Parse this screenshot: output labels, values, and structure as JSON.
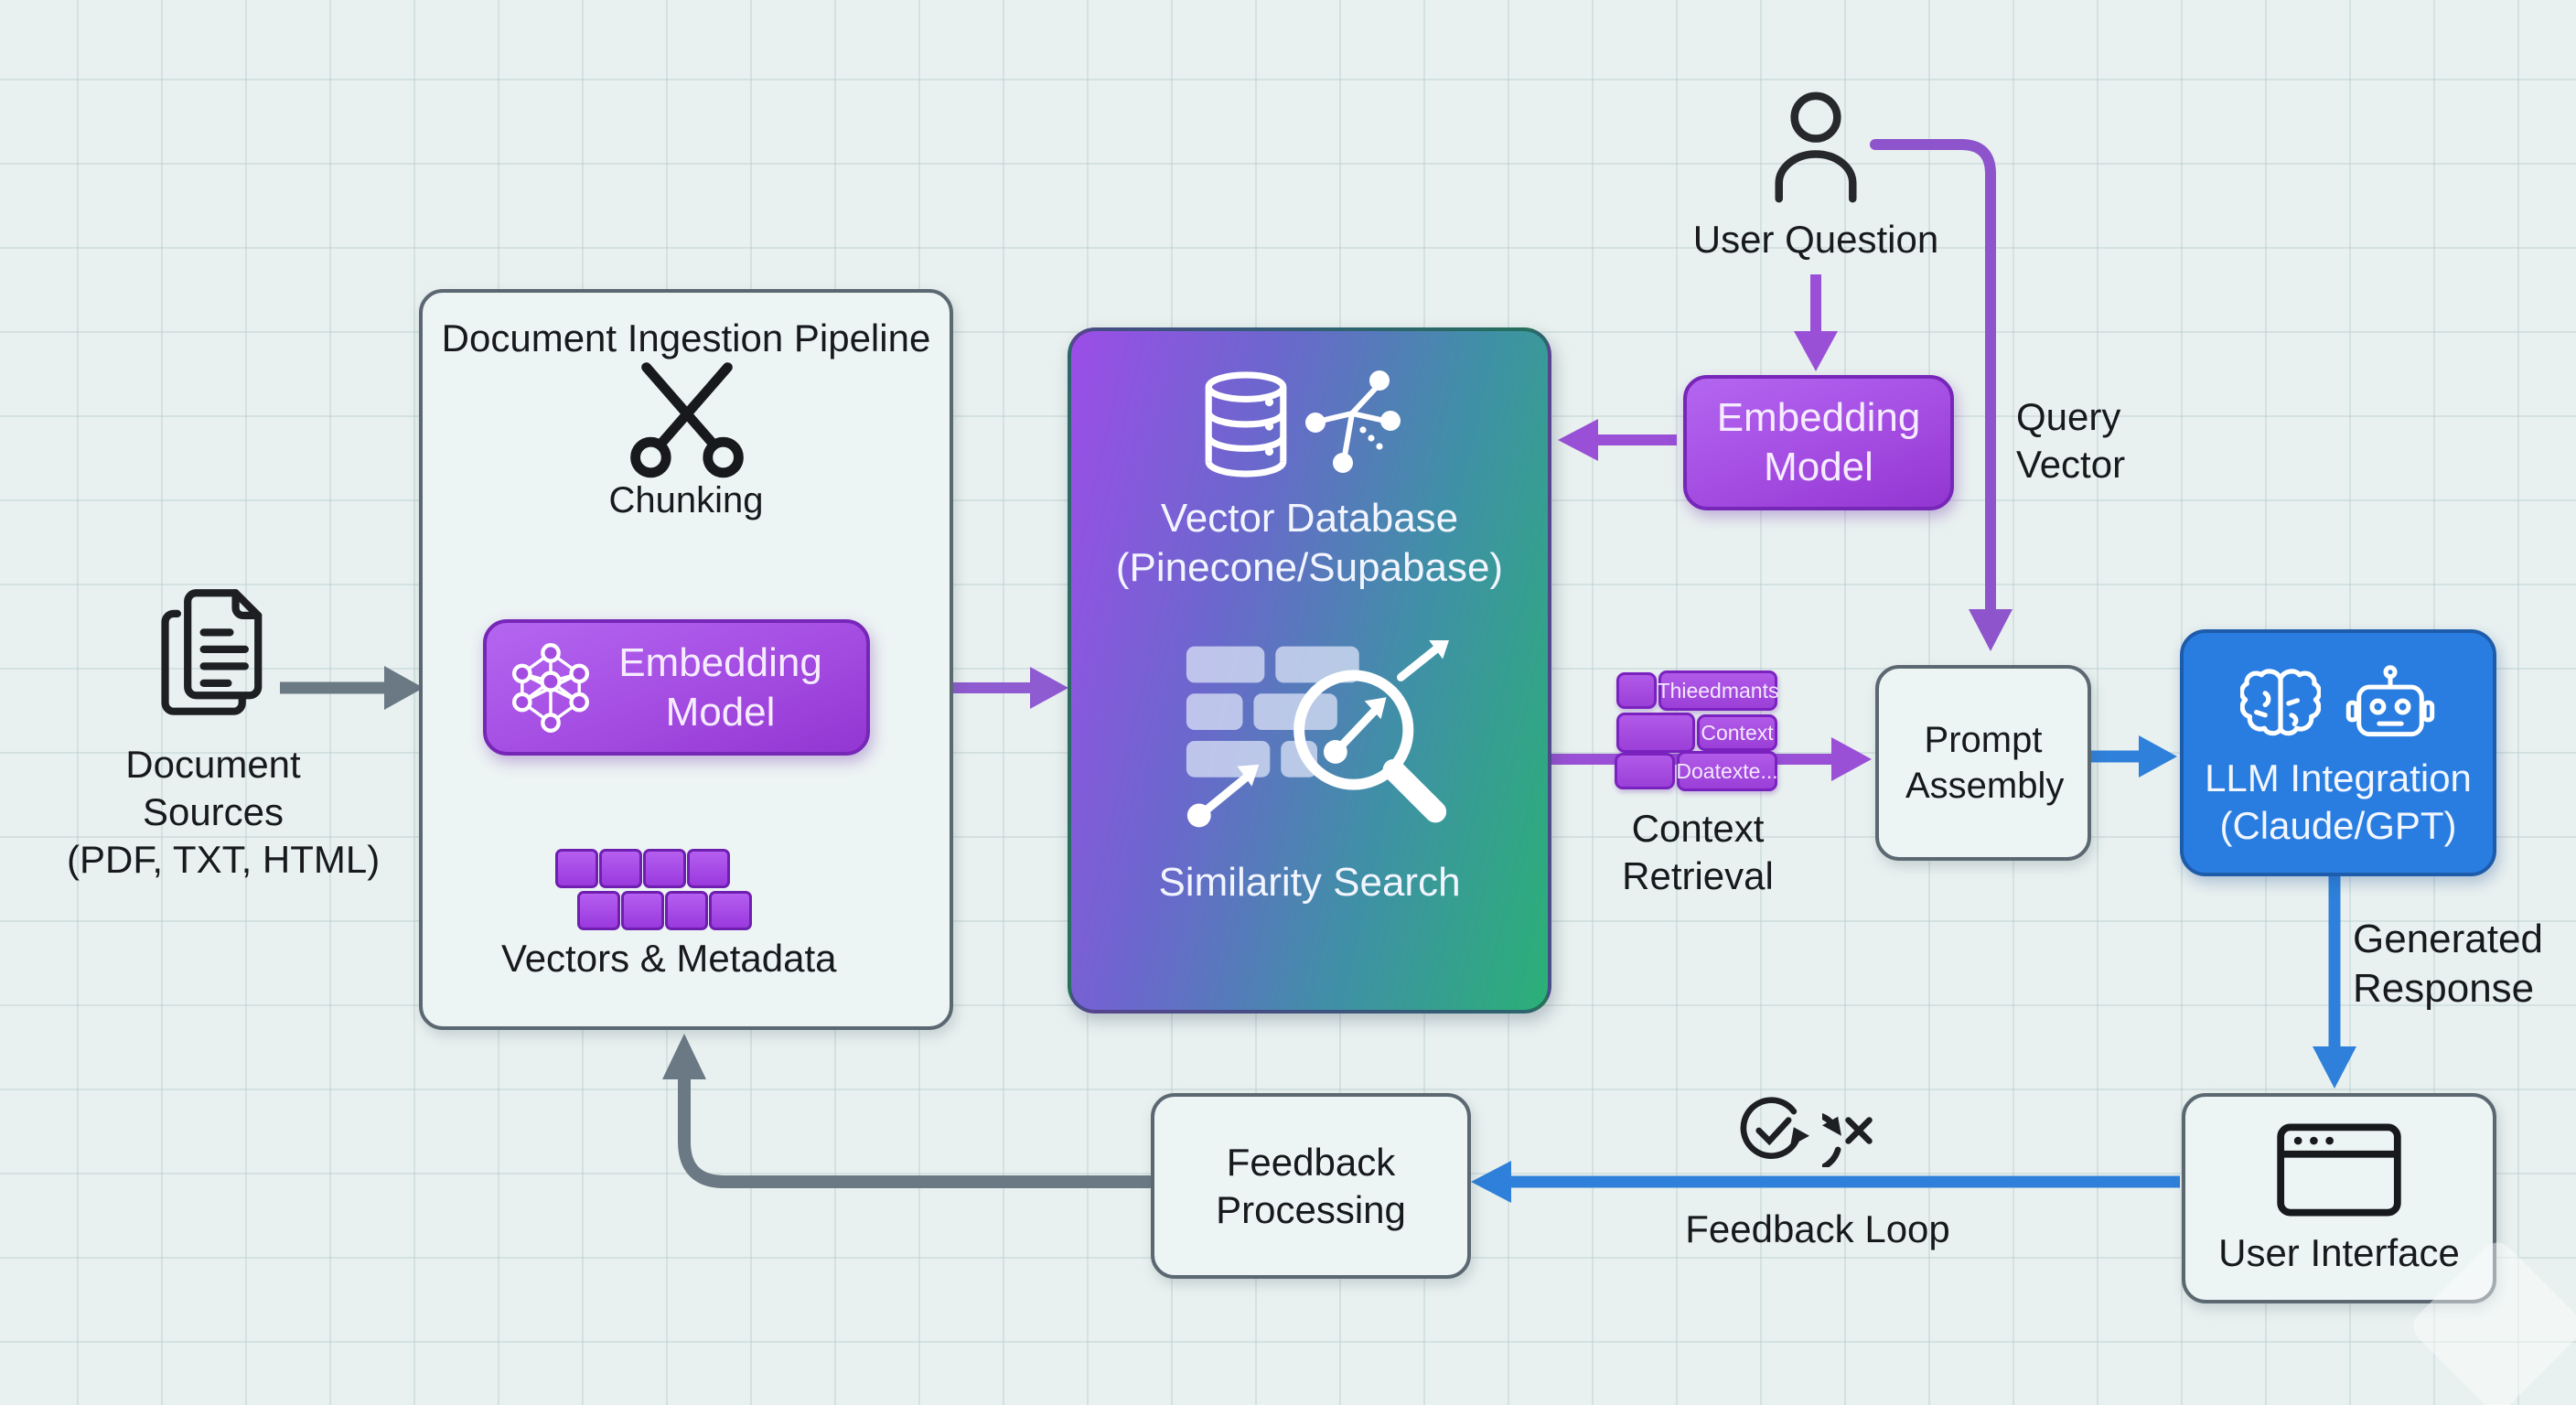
{
  "diagram": {
    "title_implied": "RAG Architecture Flow",
    "colors": {
      "background": "#e9f1f0",
      "grid_line": "#dce8e7",
      "purple_node": "#a44ce2",
      "purple_border": "#7627b8",
      "purple_arrow": "#9a50d6",
      "blue_node": "#2a7de0",
      "blue_border": "#1d5cab",
      "blue_arrow": "#2e80da",
      "gray_arrow": "#6b7984",
      "light_box_bg": "#edf4f4",
      "light_box_border": "#5b6872",
      "gradient_box_start": "#9c4de8",
      "gradient_box_end": "#2bb077",
      "text_dark": "#17191d",
      "text_light": "#ffffff"
    },
    "nodes": {
      "doc_sources": {
        "label": "Document Sources",
        "sublabel": "(PDF, TXT, HTML)"
      },
      "pipeline": {
        "title": "Document Ingestion Pipeline",
        "chunking": "Chunking",
        "embedding": "Embedding Model",
        "vectors": "Vectors & Metadata"
      },
      "vector_db": {
        "title": "Vector Database",
        "subtitle": "(Pinecone/Supabase)",
        "search": "Similarity Search"
      },
      "user_question": {
        "label": "User Question"
      },
      "embedding_query": {
        "label": "Embedding Model"
      },
      "query_vector": {
        "label": "Query Vector"
      },
      "context_retrieval": {
        "label": "Context Retrieval",
        "chips": [
          "Thieedmants",
          "Context",
          "Doatexte..."
        ]
      },
      "prompt_assembly": {
        "label": "Prompt Assembly"
      },
      "llm": {
        "title": "LLM Integration",
        "subtitle": "(Claude/GPT)"
      },
      "generated_response": {
        "label": "Generated Response"
      },
      "user_interface": {
        "label": "User Interface"
      },
      "feedback_loop": {
        "label": "Feedback Loop"
      },
      "feedback_processing": {
        "label": "Feedback Processing"
      }
    }
  }
}
